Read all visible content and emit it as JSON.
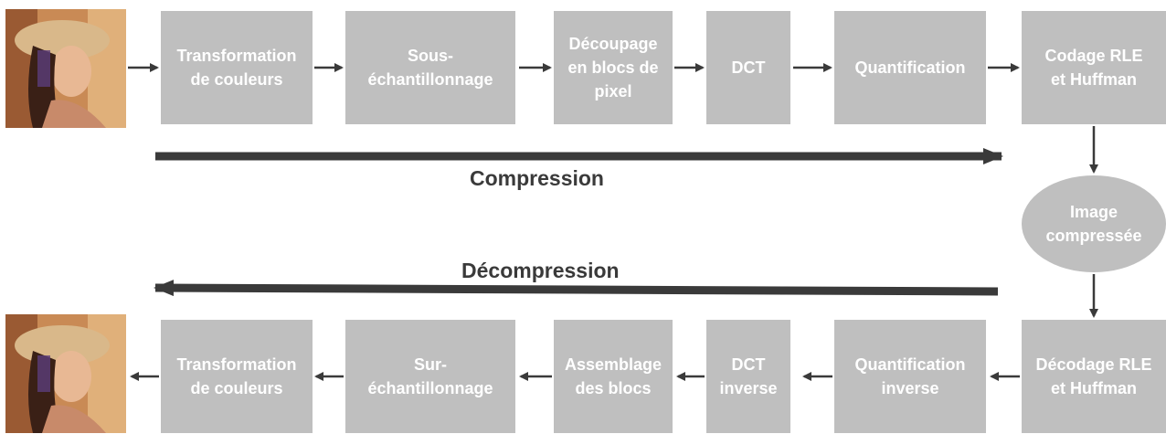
{
  "compression_steps": [
    "Transformation\nde couleurs",
    "Sous-\néchantillonnage",
    "Découpage\nen blocs de\npixel",
    "DCT",
    "Quantification",
    "Codage RLE\net Huffman"
  ],
  "decompression_steps": [
    "Décodage RLE\net Huffman",
    "Quantification\ninverse",
    "DCT\ninverse",
    "Assemblage\ndes blocs",
    "Sur-\néchantillonnage",
    "Transformation\nde couleurs"
  ],
  "compressed_node": "Image\ncompressée",
  "compression_label": "Compression",
  "decompression_label": "Décompression",
  "colors": {
    "box_fill": "#bfbfbf",
    "box_text": "#ffffff",
    "arrow": "#3a3a3a"
  },
  "icons": [
    "portrait-photo-input",
    "portrait-photo-output"
  ]
}
